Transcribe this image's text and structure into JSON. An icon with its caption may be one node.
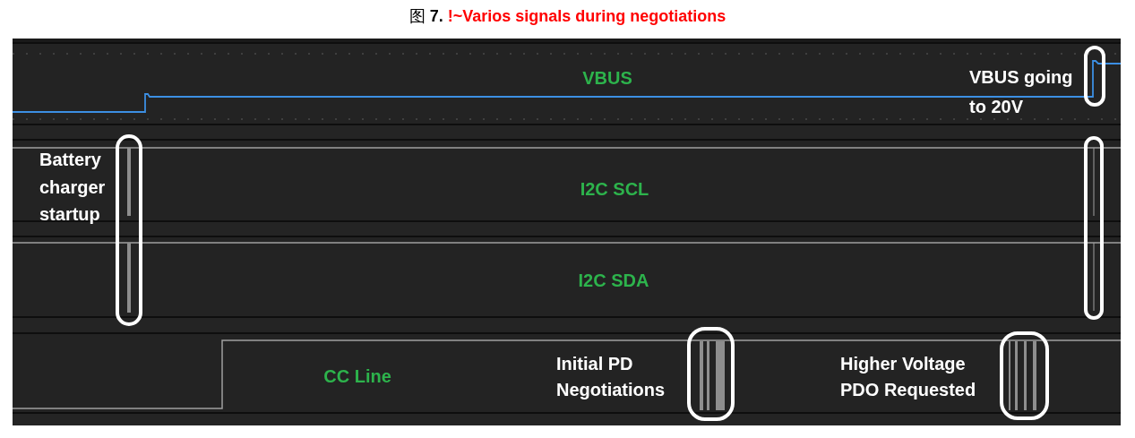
{
  "diagram": {
    "title": "图 **7.** **!~Varios signals during negotiations**",
    "nodes": [
      {
        "text": [
          "VBUS"
        ]
      },
      {
        "text": [
          "I2C SCL"
        ]
      },
      {
        "text": [
          "I2C SDA"
        ]
      },
      {
        "text": [
          "CC Line"
        ]
      }
    ],
    "labels": [
      "VBUS going to 20V",
      "Battery charger startup",
      "Initial PD Negotiations",
      "Higher Voltage PDO Requested"
    ]
  }
}
